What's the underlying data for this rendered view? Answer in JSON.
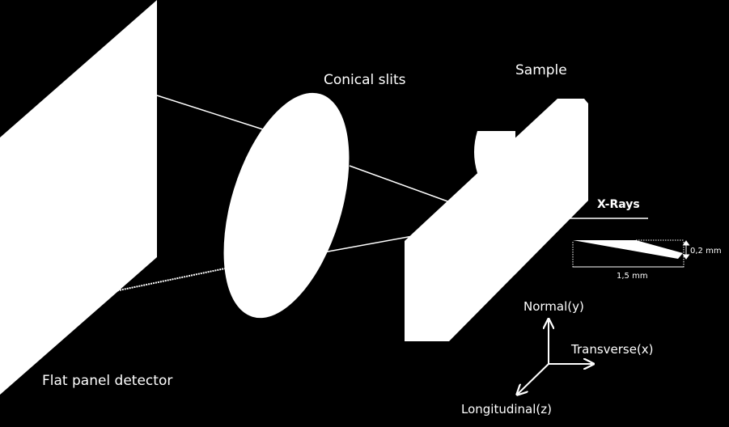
{
  "labels": {
    "detector": "Flat panel detector",
    "slits": "Conical slits",
    "sample": "Sample",
    "xrays": "X-Rays",
    "thickness": "0,2 mm",
    "length": "1,5 mm",
    "normal": "Normal(y)",
    "transverse": "Transverse(x)",
    "longitudinal": "Longitudinal(z)"
  },
  "colors": {
    "background": "#000000",
    "foreground": "#ffffff"
  }
}
